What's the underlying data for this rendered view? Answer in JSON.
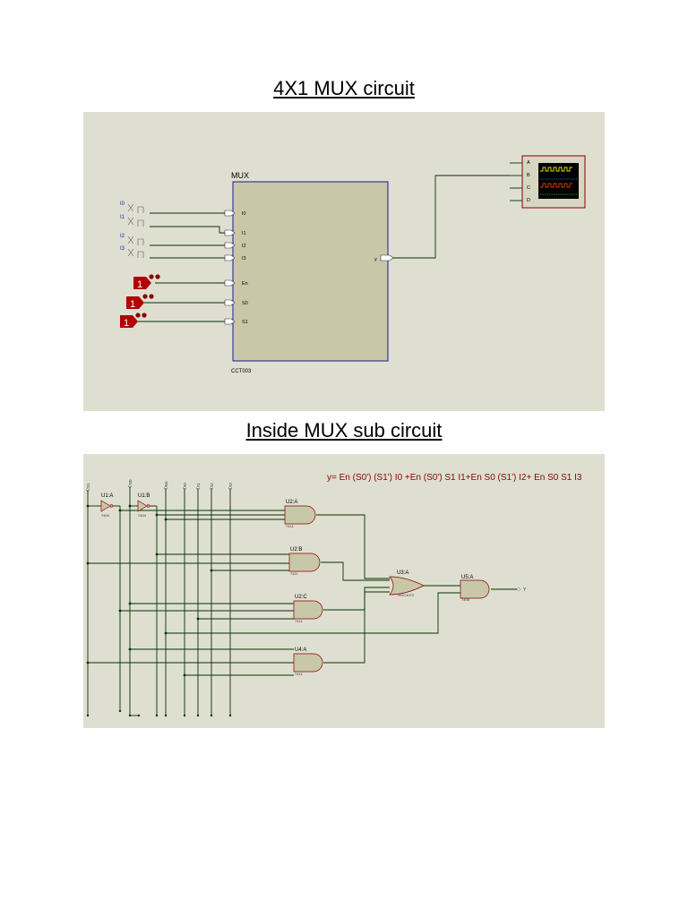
{
  "titles": {
    "top": "4X1 MUX circuit",
    "bottom": "Inside MUX sub circuit"
  },
  "top_schematic": {
    "block_name": "MUX",
    "block_ref": "CCT003",
    "input_pins": [
      "I0",
      "I1",
      "I2",
      "I3",
      "En",
      "S0",
      "S1"
    ],
    "output_pin": "y",
    "switch_labels": [
      "I0",
      "I1",
      "I2",
      "I3"
    ],
    "logic_state_value": "1",
    "scope_channels": [
      "A",
      "B",
      "C",
      "D"
    ]
  },
  "bottom_schematic": {
    "equation": "y= En (S0') (S1') I0 +En (S0') S1 I1+En S0 (S1') I2+ En S0 S1 I3",
    "input_terminals": [
      "S1",
      "S0",
      "En",
      "I0",
      "I1",
      "I2",
      "I3"
    ],
    "output_terminal": "Y",
    "inverters": [
      {
        "label": "U1:A",
        "part": "7404"
      },
      {
        "label": "U1:B",
        "part": "7404"
      }
    ],
    "and_gates": [
      {
        "label": "U2:A",
        "part": "7411"
      },
      {
        "label": "U2:B",
        "part": "7411"
      },
      {
        "label": "U2:C",
        "part": "7411"
      },
      {
        "label": "U4:A",
        "part": "7411"
      },
      {
        "label": "U5:A",
        "part": "7408"
      }
    ],
    "or_gate": {
      "label": "U3:A",
      "part": "74HC4072"
    }
  }
}
